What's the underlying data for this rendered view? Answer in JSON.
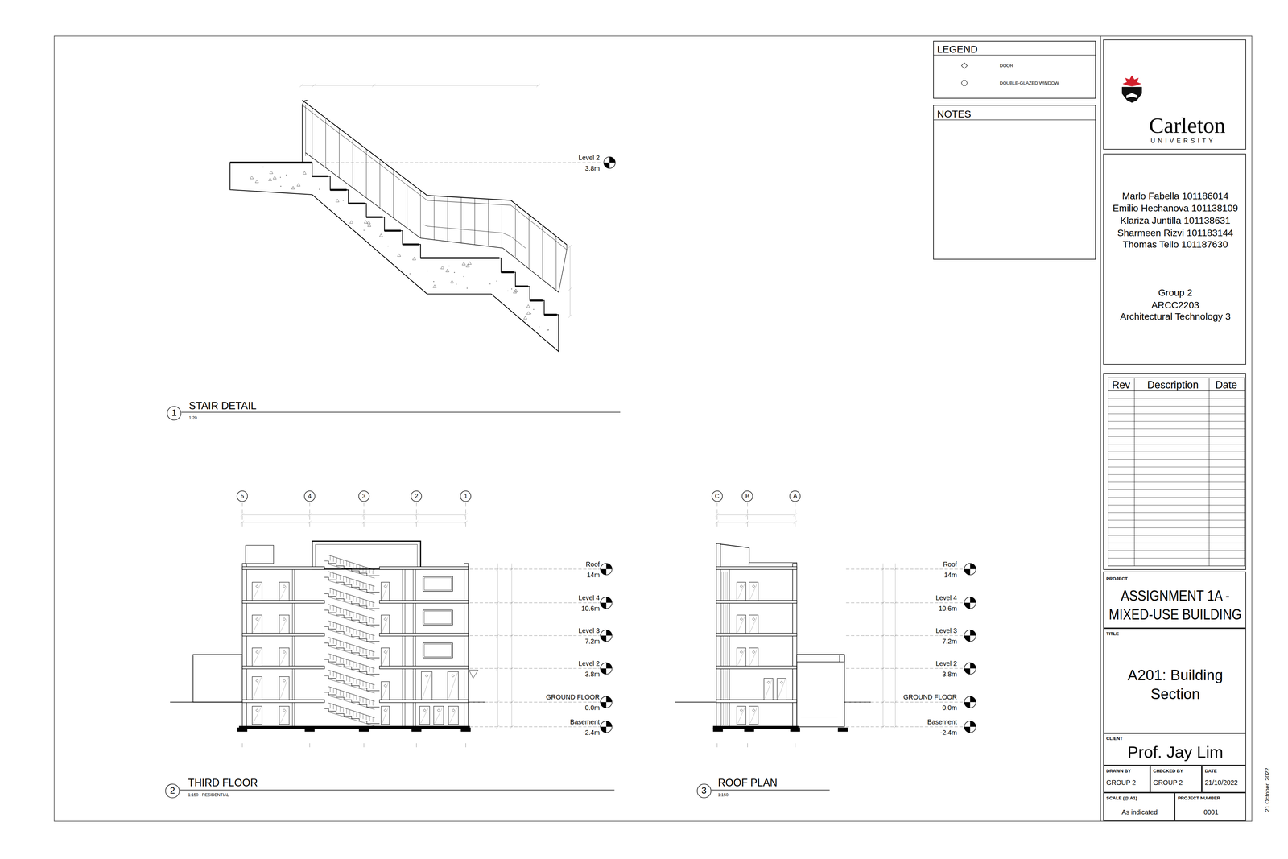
{
  "diagram": {
    "nodes": [
      {
        "text": [
          "LEGEND"
        ]
      },
      {
        "text": [
          "NOTES"
        ]
      },
      {
        "text": [
          "Carleton",
          "UNIVERSITY"
        ]
      },
      {
        "text": [
          "Marlo Fabella 101186014",
          "Emilio Hechanova 101138109",
          "Klariza Juntilla 101138631",
          "Sharmeen Rizvi 101183144",
          "Thomas Tello 101187630",
          "Group 2",
          "ARCC2203",
          "Architectural Technology 3"
        ]
      },
      {
        "text": [
          "Rev",
          "Description",
          "Date"
        ]
      },
      {
        "text": [
          "PROJECT",
          "ASSIGNMENT 1A - MIXED-USE BUILDING"
        ]
      },
      {
        "text": [
          "TITLE",
          "A201: Building Section"
        ]
      },
      {
        "text": [
          "CLIENT",
          "Prof. Jay Lim"
        ]
      },
      {
        "text": [
          "DRAWN BY",
          "GROUP 2"
        ]
      },
      {
        "text": [
          "CHECKED BY",
          "GROUP 2"
        ]
      },
      {
        "text": [
          "DATE",
          "21/10/2022"
        ]
      },
      {
        "text": [
          "SCALE (@ A1)",
          "As indicated"
        ]
      },
      {
        "text": [
          "PROJECT NUMBER",
          "0001"
        ]
      },
      {
        "text": [
          "1"
        ]
      },
      {
        "text": [
          "2"
        ]
      },
      {
        "text": [
          "3"
        ]
      },
      {
        "text": [
          "5"
        ]
      },
      {
        "text": [
          "4"
        ]
      },
      {
        "text": [
          "3"
        ]
      },
      {
        "text": [
          "2"
        ]
      },
      {
        "text": [
          "1"
        ]
      },
      {
        "text": [
          "C"
        ]
      },
      {
        "text": [
          "B"
        ]
      },
      {
        "text": [
          "A"
        ]
      }
    ],
    "labels": [
      "STAIR DETAIL",
      "1:20",
      "Level 2",
      "3.8m",
      "THIRD FLOOR",
      "1:150 - RESIDENTIAL",
      "ROOF PLAN",
      "1:150",
      "Roof",
      "14m",
      "Level 4",
      "10.6m",
      "Level 3",
      "7.2m",
      "Level 2",
      "3.8m",
      "GROUND FLOOR",
      "0.0m",
      "Basement",
      "-2.4m",
      "Roof",
      "14m",
      "Level 4",
      "10.6m",
      "Level 3",
      "7.2m",
      "Level 2",
      "3.8m",
      "GROUND FLOOR",
      "0.0m",
      "Basement",
      "-2.4m",
      "21 October, 2022"
    ],
    "legend": [
      {
        "text": "DOOR"
      },
      {
        "text": "DOUBLE-GLAZED WINDOW"
      }
    ]
  }
}
